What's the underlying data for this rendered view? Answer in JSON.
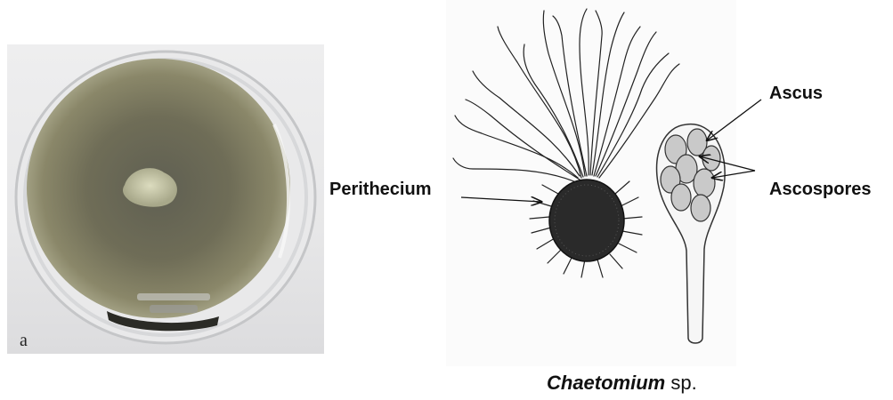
{
  "photo": {
    "panel_letter": "a"
  },
  "labels": {
    "perithecium": "Perithecium",
    "ascus": "Ascus",
    "ascospores": "Ascospores"
  },
  "caption": {
    "genus": "Chaetomium",
    "suffix": "sp."
  },
  "colors": {
    "colony": "#6f6d57",
    "colony_edge": "#a19f82",
    "perithecium": "#2a2a2a",
    "spore_fill": "#c9c9c9",
    "dish_rim": "#cfd0d2"
  },
  "icons": [
    "petri-dish-photo",
    "perithecium-drawing",
    "ascus-drawing"
  ]
}
